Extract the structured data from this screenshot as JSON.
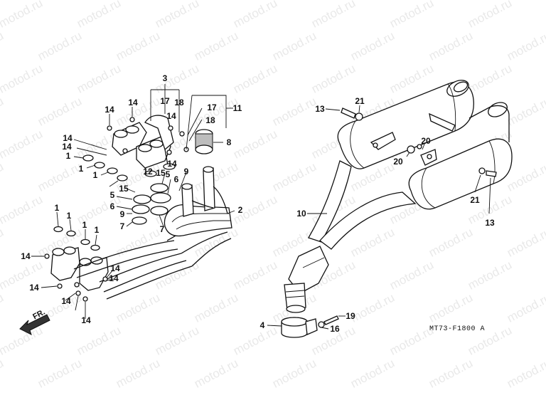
{
  "watermark": {
    "text": "motod.ru"
  },
  "figure": {
    "code": "MT73-F1800 A"
  },
  "direction": {
    "label": "FR."
  },
  "callouts": [
    {
      "id": "c3",
      "text": "3"
    },
    {
      "id": "c17a",
      "text": "17"
    },
    {
      "id": "c18a",
      "text": "18"
    },
    {
      "id": "c17b",
      "text": "17"
    },
    {
      "id": "c11",
      "text": "11"
    },
    {
      "id": "c18b",
      "text": "18"
    },
    {
      "id": "c8",
      "text": "8"
    },
    {
      "id": "c14a",
      "text": "14"
    },
    {
      "id": "c14b",
      "text": "14"
    },
    {
      "id": "c14c",
      "text": "14"
    },
    {
      "id": "c14d",
      "text": "14"
    },
    {
      "id": "c14e",
      "text": "14"
    },
    {
      "id": "c14f",
      "text": "14"
    },
    {
      "id": "c1a",
      "text": "1"
    },
    {
      "id": "c1b",
      "text": "1"
    },
    {
      "id": "c1c",
      "text": "1"
    },
    {
      "id": "c12",
      "text": "12"
    },
    {
      "id": "c15a",
      "text": "15"
    },
    {
      "id": "c5a",
      "text": "5"
    },
    {
      "id": "c9a",
      "text": "9"
    },
    {
      "id": "c15b",
      "text": "15"
    },
    {
      "id": "c6a",
      "text": "6"
    },
    {
      "id": "c5b",
      "text": "5"
    },
    {
      "id": "c6b",
      "text": "6"
    },
    {
      "id": "c9b",
      "text": "9"
    },
    {
      "id": "c7a",
      "text": "7"
    },
    {
      "id": "c7b",
      "text": "7"
    },
    {
      "id": "c2",
      "text": "2"
    },
    {
      "id": "c1d",
      "text": "1"
    },
    {
      "id": "c1e",
      "text": "1"
    },
    {
      "id": "c1f",
      "text": "1"
    },
    {
      "id": "c1g",
      "text": "1"
    },
    {
      "id": "c14g",
      "text": "14"
    },
    {
      "id": "c14h",
      "text": "14"
    },
    {
      "id": "c14i",
      "text": "14"
    },
    {
      "id": "c14j",
      "text": "14"
    },
    {
      "id": "c14k",
      "text": "14"
    },
    {
      "id": "c14l",
      "text": "14"
    },
    {
      "id": "c13a",
      "text": "13"
    },
    {
      "id": "c21a",
      "text": "21"
    },
    {
      "id": "c20a",
      "text": "20"
    },
    {
      "id": "c20b",
      "text": "20"
    },
    {
      "id": "c10",
      "text": "10"
    },
    {
      "id": "c21b",
      "text": "21"
    },
    {
      "id": "c13b",
      "text": "13"
    },
    {
      "id": "c4",
      "text": "4"
    },
    {
      "id": "c19",
      "text": "19"
    },
    {
      "id": "c16",
      "text": "16"
    }
  ]
}
